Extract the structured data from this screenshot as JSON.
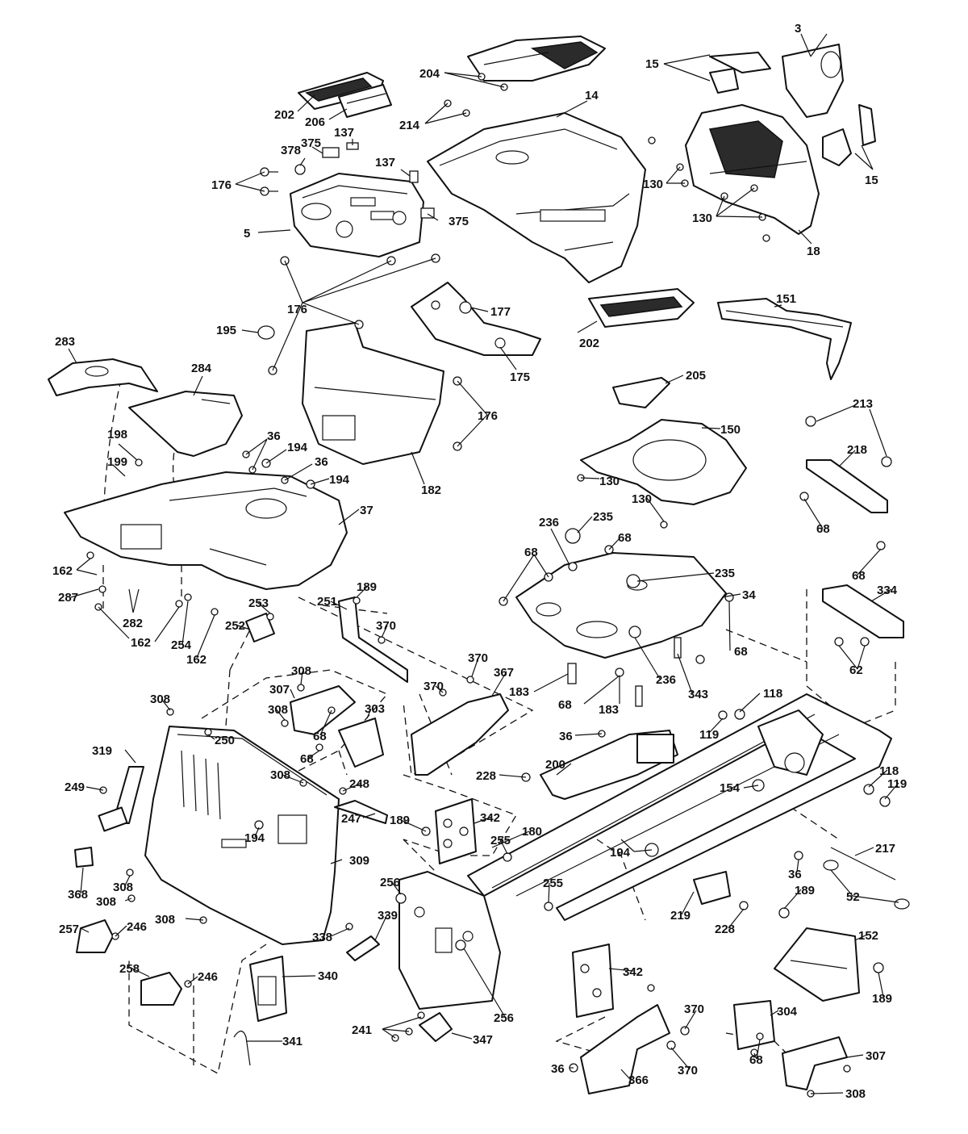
{
  "callouts": [
    {
      "id": "3",
      "text": "3"
    },
    {
      "id": "15a",
      "text": "15"
    },
    {
      "id": "15b",
      "text": "15"
    },
    {
      "id": "204",
      "text": "204"
    },
    {
      "id": "202a",
      "text": "202"
    },
    {
      "id": "206",
      "text": "206"
    },
    {
      "id": "214",
      "text": "214"
    },
    {
      "id": "137a",
      "text": "137"
    },
    {
      "id": "137b",
      "text": "137"
    },
    {
      "id": "14",
      "text": "14"
    },
    {
      "id": "378",
      "text": "378"
    },
    {
      "id": "375a",
      "text": "375"
    },
    {
      "id": "375b",
      "text": "375"
    },
    {
      "id": "176a",
      "text": "176"
    },
    {
      "id": "5",
      "text": "5"
    },
    {
      "id": "130a",
      "text": "130"
    },
    {
      "id": "130b",
      "text": "130"
    },
    {
      "id": "18",
      "text": "18"
    },
    {
      "id": "176b",
      "text": "176"
    },
    {
      "id": "177",
      "text": "177"
    },
    {
      "id": "195",
      "text": "195"
    },
    {
      "id": "202b",
      "text": "202"
    },
    {
      "id": "151",
      "text": "151"
    },
    {
      "id": "175",
      "text": "175"
    },
    {
      "id": "283",
      "text": "283"
    },
    {
      "id": "284",
      "text": "284"
    },
    {
      "id": "205",
      "text": "205"
    },
    {
      "id": "176c",
      "text": "176"
    },
    {
      "id": "198",
      "text": "198"
    },
    {
      "id": "36a",
      "text": "36"
    },
    {
      "id": "194a",
      "text": "194"
    },
    {
      "id": "36b",
      "text": "36"
    },
    {
      "id": "199",
      "text": "199"
    },
    {
      "id": "194b",
      "text": "194"
    },
    {
      "id": "182",
      "text": "182"
    },
    {
      "id": "150",
      "text": "150"
    },
    {
      "id": "213",
      "text": "213"
    },
    {
      "id": "218",
      "text": "218"
    },
    {
      "id": "130c",
      "text": "130"
    },
    {
      "id": "130d",
      "text": "130"
    },
    {
      "id": "37",
      "text": "37"
    },
    {
      "id": "68a",
      "text": "68"
    },
    {
      "id": "235a",
      "text": "235"
    },
    {
      "id": "236a",
      "text": "236"
    },
    {
      "id": "68b",
      "text": "68"
    },
    {
      "id": "68c",
      "text": "68"
    },
    {
      "id": "162a",
      "text": "162"
    },
    {
      "id": "287",
      "text": "287"
    },
    {
      "id": "235b",
      "text": "235"
    },
    {
      "id": "68d",
      "text": "68"
    },
    {
      "id": "34",
      "text": "34"
    },
    {
      "id": "334",
      "text": "334"
    },
    {
      "id": "189a",
      "text": "189"
    },
    {
      "id": "253",
      "text": "253"
    },
    {
      "id": "251",
      "text": "251"
    },
    {
      "id": "282",
      "text": "282"
    },
    {
      "id": "370a",
      "text": "370"
    },
    {
      "id": "252",
      "text": "252"
    },
    {
      "id": "162b",
      "text": "162"
    },
    {
      "id": "254",
      "text": "254"
    },
    {
      "id": "162c",
      "text": "162"
    },
    {
      "id": "68e",
      "text": "68"
    },
    {
      "id": "62",
      "text": "62"
    },
    {
      "id": "308a",
      "text": "308"
    },
    {
      "id": "370b",
      "text": "370"
    },
    {
      "id": "367",
      "text": "367"
    },
    {
      "id": "307a",
      "text": "307"
    },
    {
      "id": "370c",
      "text": "370"
    },
    {
      "id": "183a",
      "text": "183"
    },
    {
      "id": "236b",
      "text": "236"
    },
    {
      "id": "343",
      "text": "343"
    },
    {
      "id": "308b",
      "text": "308"
    },
    {
      "id": "303",
      "text": "303"
    },
    {
      "id": "308c",
      "text": "308"
    },
    {
      "id": "68f",
      "text": "68"
    },
    {
      "id": "118a",
      "text": "118"
    },
    {
      "id": "183b",
      "text": "183"
    },
    {
      "id": "68g",
      "text": "68"
    },
    {
      "id": "119a",
      "text": "119"
    },
    {
      "id": "250",
      "text": "250"
    },
    {
      "id": "68h",
      "text": "68"
    },
    {
      "id": "36c",
      "text": "36"
    },
    {
      "id": "319",
      "text": "319"
    },
    {
      "id": "200",
      "text": "200"
    },
    {
      "id": "308d",
      "text": "308"
    },
    {
      "id": "228a",
      "text": "228"
    },
    {
      "id": "249",
      "text": "249"
    },
    {
      "id": "248",
      "text": "248"
    },
    {
      "id": "154",
      "text": "154"
    },
    {
      "id": "118b",
      "text": "118"
    },
    {
      "id": "119b",
      "text": "119"
    },
    {
      "id": "342a",
      "text": "342"
    },
    {
      "id": "247",
      "text": "247"
    },
    {
      "id": "189b",
      "text": "189"
    },
    {
      "id": "194c",
      "text": "194"
    },
    {
      "id": "180",
      "text": "180"
    },
    {
      "id": "255a",
      "text": "255"
    },
    {
      "id": "217",
      "text": "217"
    },
    {
      "id": "194d",
      "text": "194"
    },
    {
      "id": "309",
      "text": "309"
    },
    {
      "id": "36d",
      "text": "36"
    },
    {
      "id": "368",
      "text": "368"
    },
    {
      "id": "308e",
      "text": "308"
    },
    {
      "id": "256a",
      "text": "256"
    },
    {
      "id": "255b",
      "text": "255"
    },
    {
      "id": "189c",
      "text": "189"
    },
    {
      "id": "52",
      "text": "52"
    },
    {
      "id": "308f",
      "text": "308"
    },
    {
      "id": "219",
      "text": "219"
    },
    {
      "id": "339",
      "text": "339"
    },
    {
      "id": "228b",
      "text": "228"
    },
    {
      "id": "257",
      "text": "257"
    },
    {
      "id": "246a",
      "text": "246"
    },
    {
      "id": "308g",
      "text": "308"
    },
    {
      "id": "338",
      "text": "338"
    },
    {
      "id": "152",
      "text": "152"
    },
    {
      "id": "258",
      "text": "258"
    },
    {
      "id": "246b",
      "text": "246"
    },
    {
      "id": "340",
      "text": "340"
    },
    {
      "id": "342b",
      "text": "342"
    },
    {
      "id": "189d",
      "text": "189"
    },
    {
      "id": "256b",
      "text": "256"
    },
    {
      "id": "304",
      "text": "304"
    },
    {
      "id": "370d",
      "text": "370"
    },
    {
      "id": "241",
      "text": "241"
    },
    {
      "id": "347",
      "text": "347"
    },
    {
      "id": "341",
      "text": "341"
    },
    {
      "id": "307b",
      "text": "307"
    },
    {
      "id": "36e",
      "text": "36"
    },
    {
      "id": "366",
      "text": "366"
    },
    {
      "id": "370e",
      "text": "370"
    },
    {
      "id": "68i",
      "text": "68"
    },
    {
      "id": "308h",
      "text": "308"
    }
  ]
}
